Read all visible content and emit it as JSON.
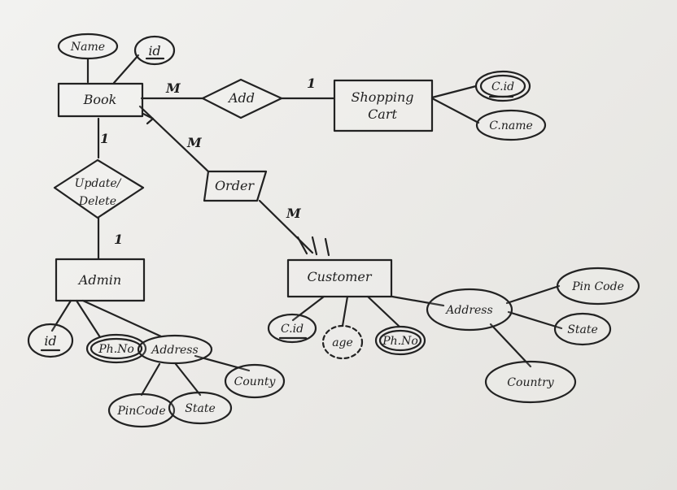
{
  "diagram": {
    "entities": {
      "book": "Book",
      "shopping_cart_line1": "Shopping",
      "shopping_cart_line2": "Cart",
      "admin": "Admin",
      "customer": "Customer"
    },
    "relationships": {
      "add": "Add",
      "order": "Order",
      "update_delete_line1": "Update/",
      "update_delete_line2": "Delete"
    },
    "attributes": {
      "book_name": "Name",
      "book_id": "id",
      "cart_id": "C.id",
      "cart_name": "C.name",
      "admin_id": "id",
      "admin_phno": "Ph.No",
      "admin_address": "Address",
      "admin_pincode": "PinCode",
      "admin_state": "State",
      "admin_county": "County",
      "customer_cid": "C.id",
      "customer_age": "age",
      "customer_phno": "Ph.No",
      "customer_address": "Address",
      "customer_pincode": "Pin Code",
      "customer_state": "State",
      "customer_country": "Country"
    },
    "cardinalities": {
      "book_add": "M",
      "add_cart": "1",
      "book_update": "1",
      "update_admin": "1",
      "book_order": "M",
      "order_customer": "M"
    }
  }
}
